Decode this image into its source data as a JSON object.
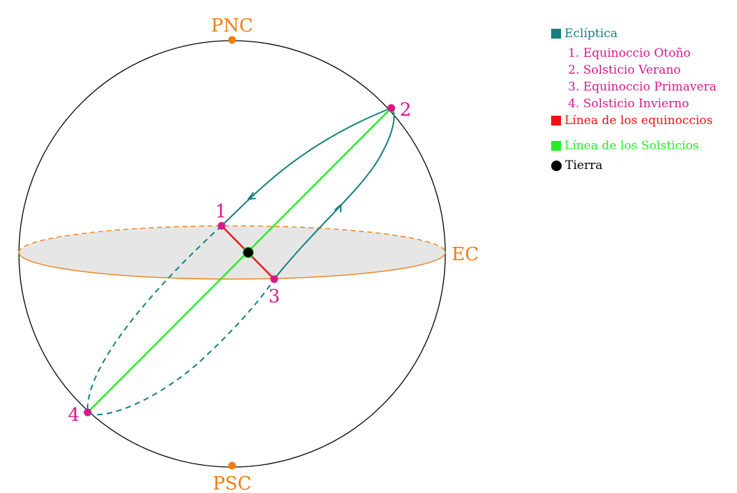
{
  "colors": {
    "ecliptic": "#137f7f",
    "pink": "#d6188c",
    "orange": "#f07d10",
    "red": "#ee1111",
    "green": "#22ee22",
    "black": "#000000",
    "equator_fill": "#e6e6e6"
  },
  "diagram": {
    "labels": {
      "pnc": "PNC",
      "psc": "PSC",
      "ec": "EC",
      "p1": "1",
      "p2": "2",
      "p3": "3",
      "p4": "4"
    }
  },
  "legend": {
    "ecliptic": "Eclíptica",
    "items": [
      "1. Equinoccio Otoño",
      "2. Solsticio Verano",
      "3. Equinoccio Primavera",
      "4. Solsticio Invierno"
    ],
    "equinox_line": "Línea de los equinoccios",
    "solstice_line": "Línea de los Solsticios",
    "earth": "Tierra"
  }
}
